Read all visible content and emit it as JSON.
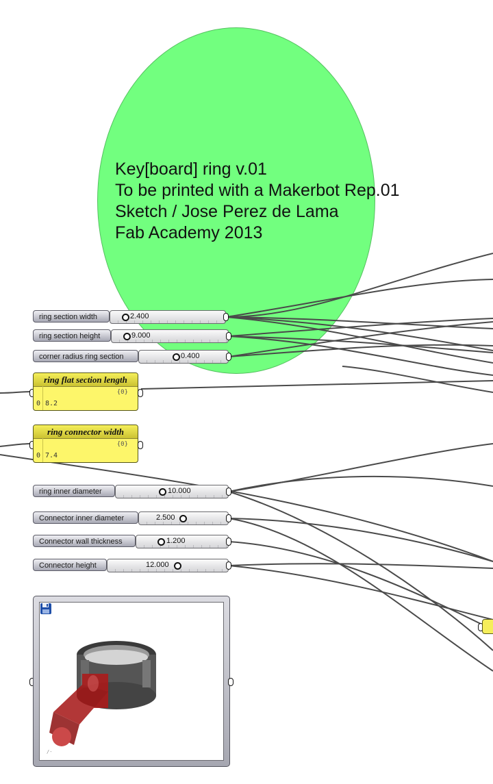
{
  "note": {
    "lines": [
      "Key[board] ring v.01",
      "To be printed with a Makerbot Rep.01",
      "Sketch / Jose Perez de Lama",
      "Fab Academy 2013"
    ]
  },
  "sliders": [
    {
      "label": "ring section width",
      "value": "2.400"
    },
    {
      "label": "ring section height",
      "value": "9.000"
    },
    {
      "label": "corner radius ring section",
      "value": "0.400"
    },
    {
      "label": "ring inner diameter",
      "value": "10.000"
    },
    {
      "label": "Connector inner diameter",
      "value": "2.500"
    },
    {
      "label": "Connector wall thickness",
      "value": "1.200"
    },
    {
      "label": "Connector height",
      "value": "12.000"
    }
  ],
  "panels": [
    {
      "title": "ring flat section length",
      "path": "{0}",
      "index": "0",
      "value": "8.2"
    },
    {
      "title": "ring connector width",
      "path": "{0}",
      "index": "0",
      "value": "7.4"
    }
  ],
  "viewer": {
    "icons": [
      "save-icon"
    ],
    "colors": {
      "ring": "#4a4a4a",
      "connector": "#a01010"
    }
  },
  "colors": {
    "bubble": "#72ff7f",
    "panel": "#fdf66a",
    "wire": "#4a4a4a"
  }
}
